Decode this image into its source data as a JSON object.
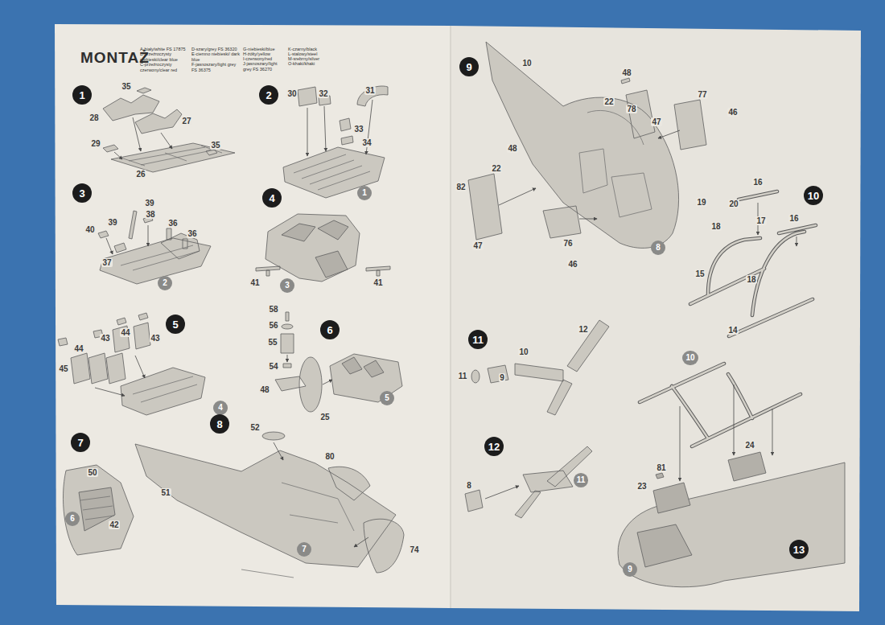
{
  "diagram": {
    "title": "MONTAŻ",
    "nodes": [
      {
        "text": [
          "1"
        ]
      },
      {
        "text": [
          "2"
        ]
      },
      {
        "text": [
          "1"
        ]
      },
      {
        "text": [
          "3"
        ]
      },
      {
        "text": [
          "4"
        ]
      },
      {
        "text": [
          "2"
        ]
      },
      {
        "text": [
          "3"
        ]
      },
      {
        "text": [
          "5"
        ]
      },
      {
        "text": [
          "4"
        ]
      },
      {
        "text": [
          "6"
        ]
      },
      {
        "text": [
          "5"
        ]
      },
      {
        "text": [
          "7"
        ]
      },
      {
        "text": [
          "6"
        ]
      },
      {
        "text": [
          "8"
        ]
      },
      {
        "text": [
          "7"
        ]
      },
      {
        "text": [
          "9"
        ]
      },
      {
        "text": [
          "8"
        ]
      },
      {
        "text": [
          "10"
        ]
      },
      {
        "text": [
          "11"
        ]
      },
      {
        "text": [
          "12"
        ]
      },
      {
        "text": [
          "11"
        ]
      },
      {
        "text": [
          "10"
        ]
      },
      {
        "text": [
          "13"
        ]
      },
      {
        "text": [
          "9"
        ]
      }
    ],
    "labels": [
      "A-biały/white FS 17875",
      "B-przeźroczysty niebieski/clear blue",
      "C-przeźroczysty czerwony/clear red",
      "D-szary/grey FS 36320",
      "E-ciemno niebieski/ dark blue",
      "F-jasnoszary/light grey FS 36375",
      "G-niebieski/blue",
      "H-żółty/yellow",
      "I-czerwony/red",
      "J-jasnoszary/light grey FS 36270",
      "K-czarny/black",
      "L-stalowy/steel",
      "M-srebrny/silver",
      "O-khaki/khaki",
      "35",
      "28",
      "27",
      "29",
      "35",
      "26",
      "30",
      "32",
      "31",
      "33",
      "34",
      "39",
      "38",
      "36",
      "36",
      "39",
      "40",
      "37",
      "41",
      "41",
      "44",
      "44",
      "43",
      "43",
      "45",
      "58",
      "56",
      "55",
      "54",
      "48",
      "25",
      "50",
      "42",
      "52",
      "80",
      "51",
      "74",
      "10",
      "48",
      "22",
      "78",
      "77",
      "46",
      "47",
      "48",
      "22",
      "82",
      "47",
      "76",
      "46",
      "16",
      "19",
      "20",
      "17",
      "18",
      "16",
      "15",
      "18",
      "14",
      "12",
      "10",
      "9",
      "11",
      "8",
      "81",
      "24",
      "23"
    ]
  }
}
